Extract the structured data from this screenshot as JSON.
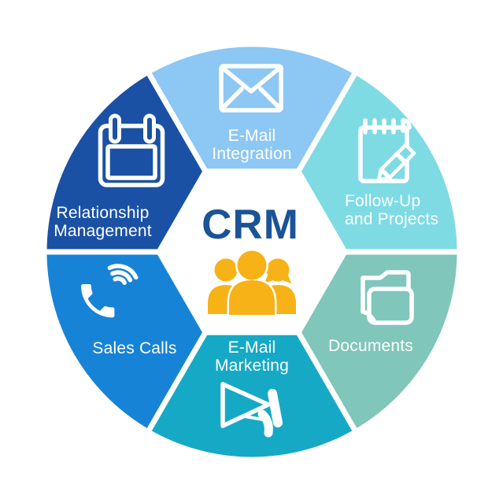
{
  "title": "CRM process wheel diagram",
  "background_color": "#FFFFFF",
  "divider_color": "#FFFFFF",
  "label_color": "#FFFFFF",
  "center": {
    "title": "CRM",
    "title_color": "#1A5396",
    "people_icon_color": "#F7B217"
  },
  "segments": [
    {
      "id": "email-integration",
      "position": "top",
      "label_lines": [
        "E-Mail",
        "Integration"
      ],
      "color": "#8DC7F3",
      "icon": "envelope-icon"
    },
    {
      "id": "followup-projects",
      "position": "top-right",
      "label_lines": [
        "Follow-Up",
        "and Projects"
      ],
      "color": "#7EDBE4",
      "icon": "notepad-pencil-icon"
    },
    {
      "id": "documents",
      "position": "bottom-right",
      "label_lines": [
        "Documents"
      ],
      "color": "#80C6BA",
      "icon": "folder-icon"
    },
    {
      "id": "email-marketing",
      "position": "bottom",
      "label_lines": [
        "E-Mail",
        "Marketing"
      ],
      "color": "#16A9C5",
      "icon": "megaphone-icon"
    },
    {
      "id": "sales-calls",
      "position": "bottom-left",
      "label_lines": [
        "Sales Calls"
      ],
      "color": "#1783D7",
      "icon": "phone-icon"
    },
    {
      "id": "relationship-management",
      "position": "top-left",
      "label_lines": [
        "Relationship",
        "Management"
      ],
      "color": "#1B51A5",
      "icon": "calendar-icon"
    }
  ]
}
